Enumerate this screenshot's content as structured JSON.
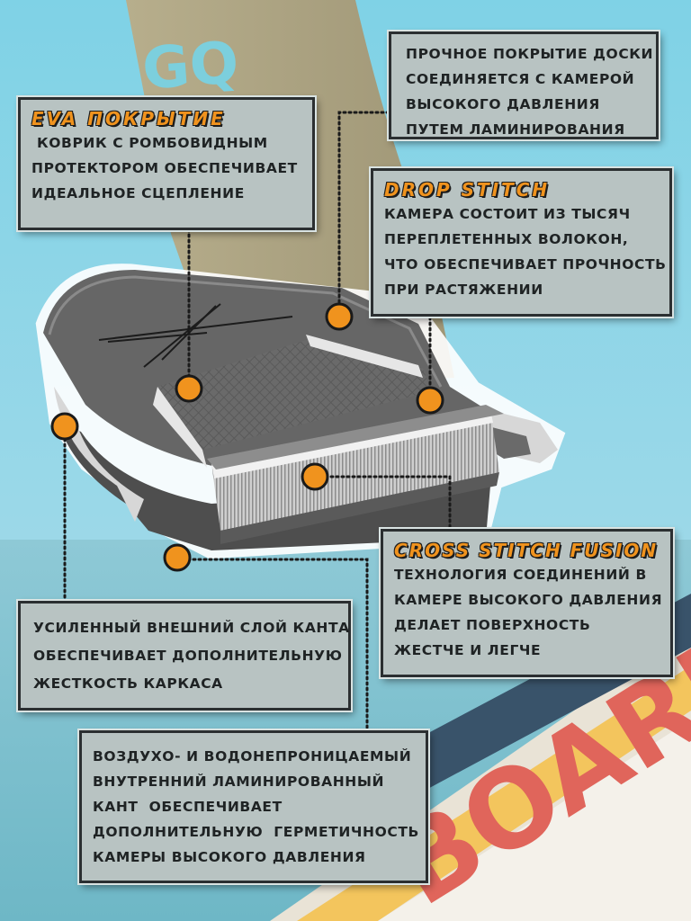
{
  "brand": {
    "logo_text": "GQ",
    "board_text": "BOARD"
  },
  "colors": {
    "accent": "#f0931e",
    "panel": "#b8c3c2",
    "border": "#2b2f31",
    "sky": "#86d4e6"
  },
  "callouts": {
    "lamination": {
      "title": "",
      "lines": [
        "ПРОЧНОЕ ПОКРЫТИЕ ДОСКИ",
        "СОЕДИНЯЕТСЯ С КАМЕРОЙ",
        "ВЫСОКОГО ДАВЛЕНИЯ",
        "ПУТЕМ ЛАМИНИРОВАНИЯ"
      ]
    },
    "eva": {
      "title": "EVA ПОКРЫТИЕ",
      "lines": [
        " КОВРИК С РОМБОВИДНЫМ",
        "ПРОТЕКТОРОМ ОБЕСПЕЧИВАЕТ",
        "ИДЕАЛЬНОЕ СЦЕПЛЕНИЕ"
      ]
    },
    "drop_stitch": {
      "title": "DROP STITCH",
      "lines": [
        "КАМЕРА СОСТОИТ ИЗ ТЫСЯЧ",
        "ПЕРЕПЛЕТЕННЫХ ВОЛОКОН,",
        "ЧТО ОБЕСПЕЧИВАЕТ ПРОЧНОСТЬ",
        "ПРИ РАСТЯЖЕНИИ"
      ]
    },
    "cross_stitch": {
      "title": "CROSS STITCH FUSION",
      "lines": [
        "ТЕХНОЛОГИЯ СОЕДИНЕНИЙ В",
        "КАМЕРЕ ВЫСОКОГО ДАВЛЕНИЯ",
        "ДЕЛАЕТ ПОВЕРХНОСТЬ",
        "ЖЕСТЧЕ И ЛЕГЧЕ"
      ]
    },
    "rail": {
      "title": "",
      "lines": [
        "УСИЛЕННЫЙ ВНЕШНИЙ СЛОЙ КАНТА",
        "ОБЕСПЕЧИВАЕТ ДОПОЛНИТЕЛЬНУЮ",
        "ЖЕСТКОСТЬ КАРКАСА"
      ]
    },
    "airtight": {
      "title": "",
      "lines": [
        "ВОЗДУХО- И ВОДОНЕПРОНИЦАЕМЫЙ",
        "ВНУТРЕННИЙ ЛАМИНИРОВАННЫЙ",
        "КАНТ  ОБЕСПЕЧИВАЕТ",
        "ДОПОЛНИТЕЛЬНУЮ  ГЕРМЕТИЧНОСТЬ",
        "КАМЕРЫ ВЫСОКОГО ДАВЛЕНИЯ"
      ]
    }
  }
}
